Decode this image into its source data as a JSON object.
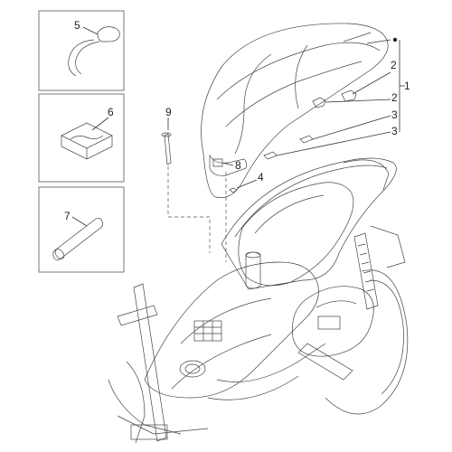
{
  "callouts": {
    "c1": "1",
    "c2a": "2",
    "c2b": "2",
    "c3a": "3",
    "c3b": "3",
    "c4": "4",
    "c5": "5",
    "c6": "6",
    "c7": "7",
    "c8": "8",
    "c9": "9"
  },
  "colors": {
    "line": "#333333",
    "box_border": "#777777",
    "background": "#ffffff"
  }
}
